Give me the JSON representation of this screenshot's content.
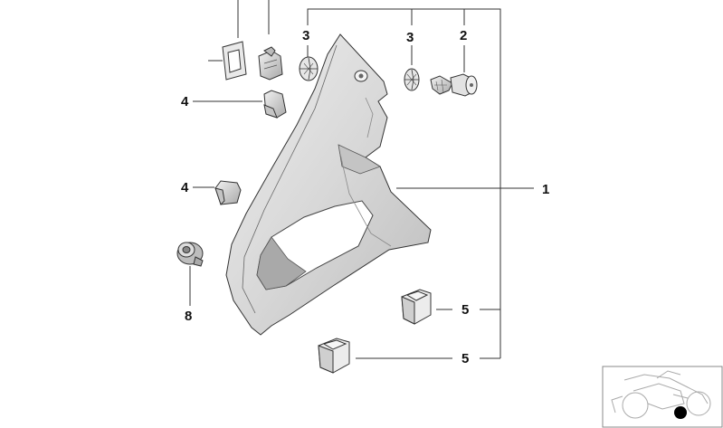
{
  "callouts": {
    "part1": "1",
    "part2": "2",
    "part3a": "3",
    "part3b": "3",
    "part4a": "4",
    "part4b": "4",
    "part5a": "5",
    "part5b": "5",
    "part8": "8"
  },
  "colors": {
    "part_fill": "#d6d6d6",
    "part_shade": "#9c9c9c",
    "line": "#333333",
    "thumb_border": "#888888"
  }
}
